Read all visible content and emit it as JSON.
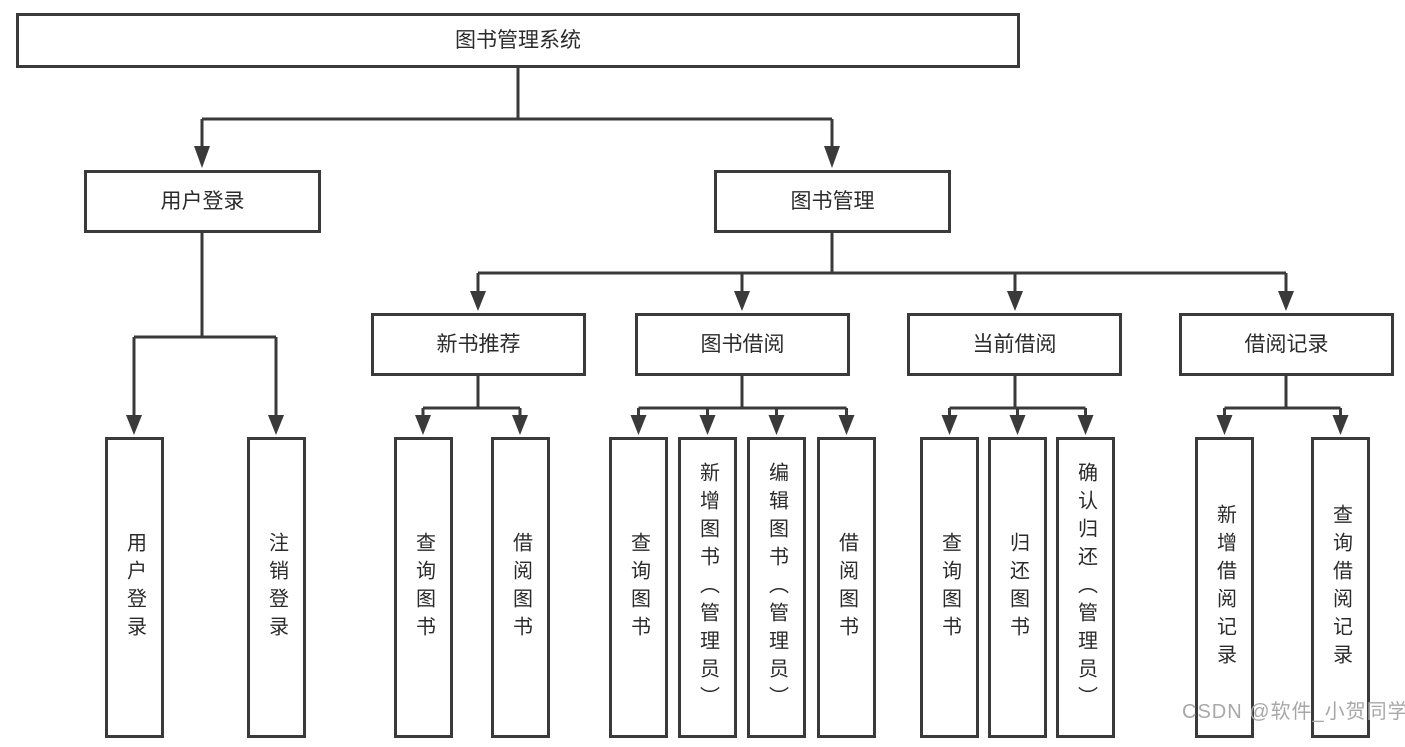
{
  "diagram": {
    "root": {
      "label": "图书管理系统"
    },
    "level2": [
      {
        "label": "用户登录"
      },
      {
        "label": "图书管理"
      }
    ],
    "level3": [
      {
        "label": "新书推荐"
      },
      {
        "label": "图书借阅"
      },
      {
        "label": "当前借阅"
      },
      {
        "label": "借阅记录"
      }
    ],
    "leaves": [
      {
        "label": "用户登录",
        "parent": "用户登录"
      },
      {
        "label": "注销登录",
        "parent": "用户登录"
      },
      {
        "label": "查询图书",
        "parent": "新书推荐"
      },
      {
        "label": "借阅图书",
        "parent": "新书推荐"
      },
      {
        "label": "查询图书",
        "parent": "图书借阅"
      },
      {
        "label": "新增图书（管理员）",
        "parent": "图书借阅"
      },
      {
        "label": "编辑图书（管理员）",
        "parent": "图书借阅"
      },
      {
        "label": "借阅图书",
        "parent": "图书借阅"
      },
      {
        "label": "查询图书",
        "parent": "当前借阅"
      },
      {
        "label": "归还图书",
        "parent": "当前借阅"
      },
      {
        "label": "确认归还（管理员）",
        "parent": "当前借阅"
      },
      {
        "label": "新增借阅记录",
        "parent": "借阅记录"
      },
      {
        "label": "查询借阅记录",
        "parent": "借阅记录"
      }
    ],
    "watermark": "CSDN @软件_小贺同学",
    "colors": {
      "line": "#3a3a3a",
      "text": "#2b2b2b",
      "watermark": "#a8a8a8",
      "background": "#ffffff"
    }
  }
}
